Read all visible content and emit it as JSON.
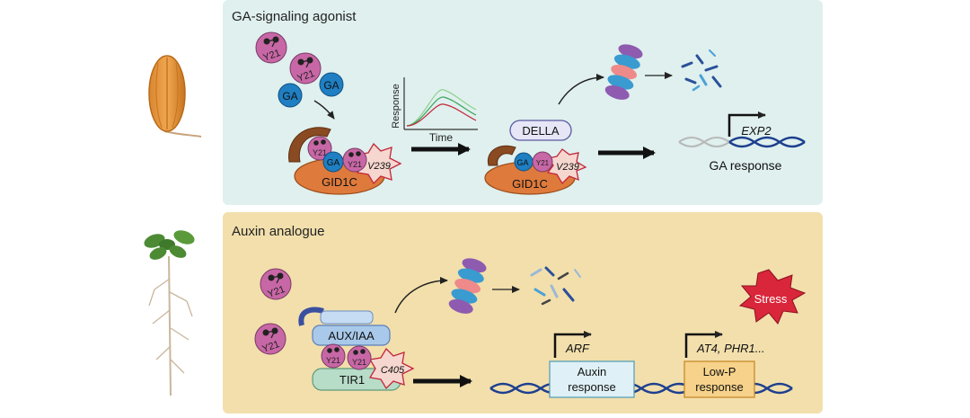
{
  "panels": {
    "top": {
      "title": "GA-signaling agonist",
      "compound_label": "Y21",
      "ligand_label": "GA",
      "receptor_label": "GID1C",
      "residue_label": "V239",
      "plot": {
        "ylabel": "Response",
        "xlabel": "Time"
      },
      "repressor_label": "DELLA",
      "gene_label": "EXP2",
      "response_label": "GA response"
    },
    "bottom": {
      "title": "Auxin analogue",
      "compound_label": "Y21",
      "corepressor_label": "AUX/IAA",
      "receptor_label": "TIR1",
      "residue_label": "C405",
      "gene1_label": "ARF",
      "response1_label_line1": "Auxin",
      "response1_label_line2": "response",
      "gene2_label": "AT4, PHR1...",
      "response2_label_line1": "Low-P",
      "response2_label_line2": "response",
      "stress_label": "Stress"
    }
  },
  "colors": {
    "top_panel": "#dff0ee",
    "bottom_panel": "#f2dfac",
    "compound": "#c867a6",
    "ga": "#1f7fc2",
    "receptor": "#de7a3c",
    "della": "#e6e6f7",
    "aux_iaa": "#a9c9ea",
    "tir1": "#b7dcc7",
    "dna": "#1d3f8e",
    "auxin_box": "#dff1f6",
    "lowp_box": "#f6d28a",
    "stress": "#d9263a"
  },
  "icons": [
    "rice-seed-icon",
    "seedling-icon",
    "proteasome-icon",
    "degraded-fragments-icon",
    "stress-burst-icon"
  ]
}
